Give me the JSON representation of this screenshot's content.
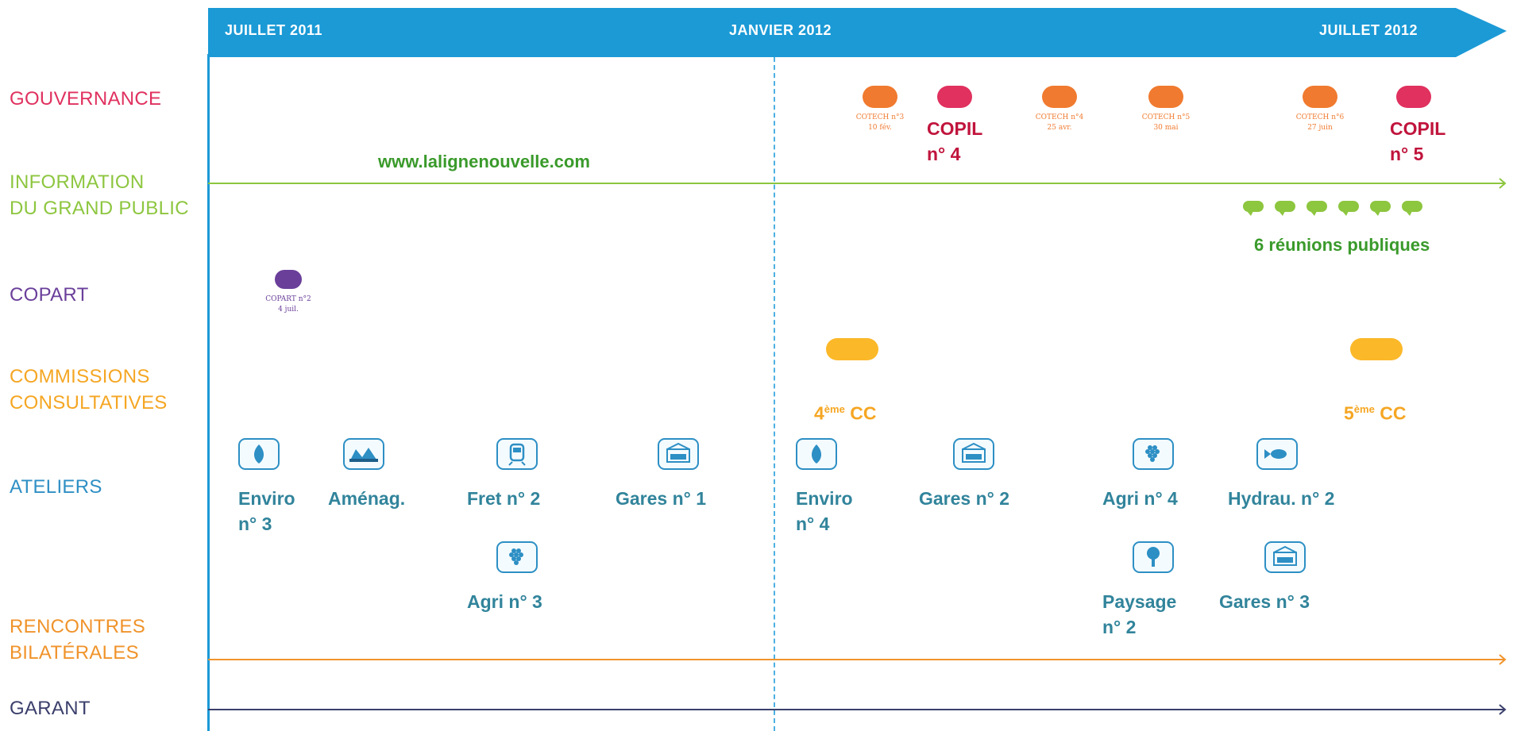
{
  "timeline": {
    "start_label": "JUILLET 2011",
    "mid_label": "JANVIER 2012",
    "end_label": "JUILLET 2012",
    "header_color": "#1b9ad6"
  },
  "rows": [
    {
      "label": "GOUVERNANCE",
      "color": "#e0315f"
    },
    {
      "label": "INFORMATION\nDU GRAND PUBLIC",
      "color": "#8dc63f"
    },
    {
      "label": "COPART",
      "color": "#6a3f9a"
    },
    {
      "label": "COMMISSIONS\nCONSULTATIVES",
      "color": "#f5a623"
    },
    {
      "label": "ATELIERS",
      "color": "#2e8fc4"
    },
    {
      "label": "RENCONTRES\nBILATÉRALES",
      "color": "#f0932b"
    },
    {
      "label": "GARANT",
      "color": "#3b3f6b"
    }
  ],
  "gouvernance": {
    "cotech": [
      {
        "caption": "COTECH n°3\n10 fév.",
        "color": "#f07a2f"
      },
      {
        "caption": "COTECH n°4\n25 avr.",
        "color": "#f07a2f"
      },
      {
        "caption": "COTECH n°5\n30 mai",
        "color": "#f07a2f"
      },
      {
        "caption": "COTECH n°6\n27 juin",
        "color": "#f07a2f"
      }
    ],
    "copil": [
      {
        "label": "COPIL\nn° 4",
        "color": "#c0143c"
      },
      {
        "label": "COPIL\nn° 5",
        "color": "#c0143c"
      }
    ]
  },
  "information": {
    "website": "www.lalignenouvelle.com",
    "website_color": "#3a9a2b",
    "meetings_label": "6 réunions publiques",
    "meetings_count": 6
  },
  "copart": {
    "caption": "COPART n°2\n4 juil.",
    "color": "#6a3f9a"
  },
  "commissions": {
    "cc4": {
      "base": "4",
      "sup": "ème",
      "tail": " CC"
    },
    "cc5": {
      "base": "5",
      "sup": "ème",
      "tail": " CC"
    },
    "color": "#f5a623"
  },
  "ateliers": {
    "items": [
      {
        "label": "Enviro\nn° 3",
        "icon": "leaf-icon"
      },
      {
        "label": "Aménag.",
        "icon": "landscape-icon"
      },
      {
        "label": "Fret n° 2",
        "icon": "train-icon"
      },
      {
        "label": "Gares n° 1",
        "icon": "station-icon"
      },
      {
        "label": "Agri n° 3",
        "icon": "grapes-icon"
      },
      {
        "label": "Enviro\nn° 4",
        "icon": "leaf-icon"
      },
      {
        "label": "Gares n° 2",
        "icon": "station-icon"
      },
      {
        "label": "Agri n° 4",
        "icon": "grapes-icon"
      },
      {
        "label": "Hydrau. n° 2",
        "icon": "fish-icon"
      },
      {
        "label": "Paysage\nn° 2",
        "icon": "tree-icon"
      },
      {
        "label": "Gares n° 3",
        "icon": "station-icon"
      }
    ],
    "label_color": "#31849b"
  }
}
